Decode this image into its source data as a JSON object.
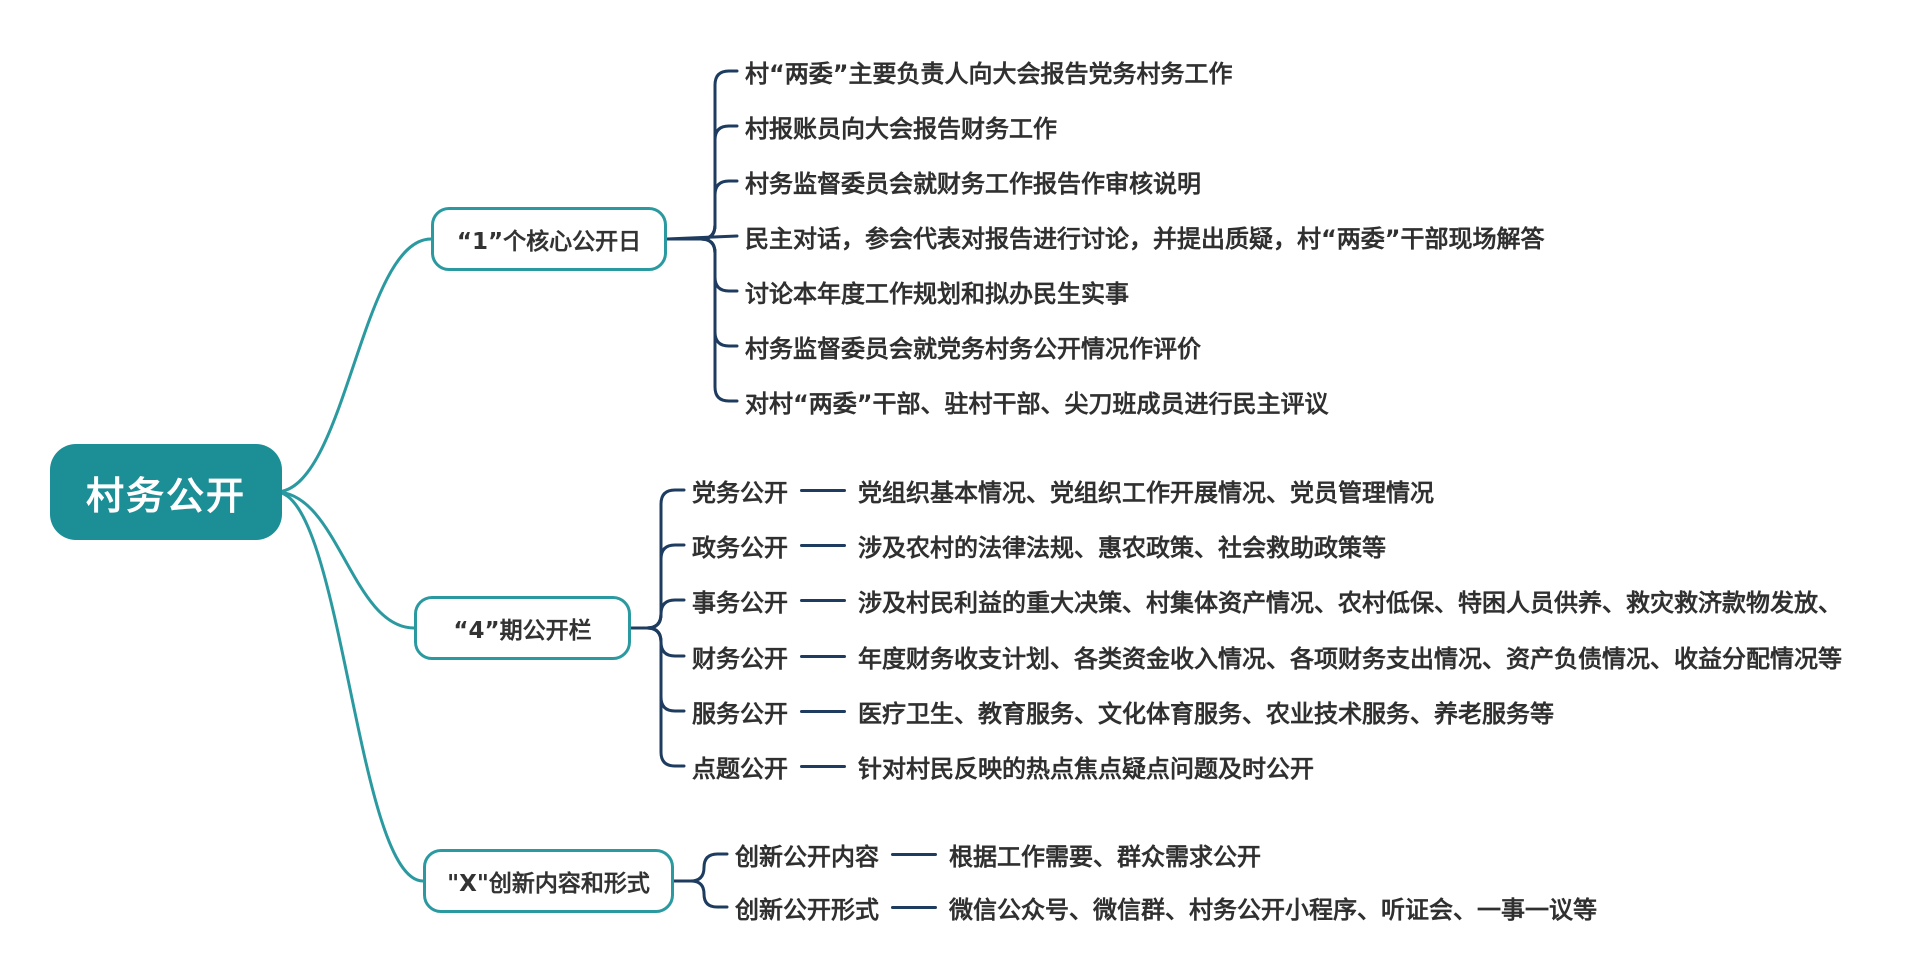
{
  "colors": {
    "teal": "#2b9aa0",
    "root_fill": "#1b8e96",
    "navy": "#1e3c5f",
    "text": "#303030"
  },
  "root": {
    "label": "村务公开"
  },
  "branches": [
    {
      "label": "“1”个核心公开日",
      "children": [
        {
          "text": "村“两委”主要负责人向大会报告党务村务工作"
        },
        {
          "text": "村报账员向大会报告财务工作"
        },
        {
          "text": "村务监督委员会就财务工作报告作审核说明"
        },
        {
          "text": "民主对话，参会代表对报告进行讨论，并提出质疑，村“两委”干部现场解答"
        },
        {
          "text": "讨论本年度工作规划和拟办民生实事"
        },
        {
          "text": "村务监督委员会就党务村务公开情况作评价"
        },
        {
          "text": "对村“两委”干部、驻村干部、尖刀班成员进行民主评议"
        }
      ]
    },
    {
      "label": "“4”期公开栏",
      "children": [
        {
          "label": "党务公开",
          "text": "党组织基本情况、党组织工作开展情况、党员管理情况"
        },
        {
          "label": "政务公开",
          "text": "涉及农村的法律法规、惠农政策、社会救助政策等"
        },
        {
          "label": "事务公开",
          "text": "涉及村民利益的重大决策、村集体资产情况、农村低保、特困人员供养、救灾救济款物发放、"
        },
        {
          "label": "财务公开",
          "text": "年度财务收支计划、各类资金收入情况、各项财务支出情况、资产负债情况、收益分配情况等"
        },
        {
          "label": "服务公开",
          "text": "医疗卫生、教育服务、文化体育服务、农业技术服务、养老服务等"
        },
        {
          "label": "点题公开",
          "text": "针对村民反映的热点焦点疑点问题及时公开"
        }
      ]
    },
    {
      "label": "\"X\"创新内容和形式",
      "children": [
        {
          "label": "创新公开内容",
          "text": "根据工作需要、群众需求公开"
        },
        {
          "label": "创新公开形式",
          "text": "微信公众号、微信群、村务公开小程序、听证会、一事一议等"
        }
      ]
    }
  ]
}
